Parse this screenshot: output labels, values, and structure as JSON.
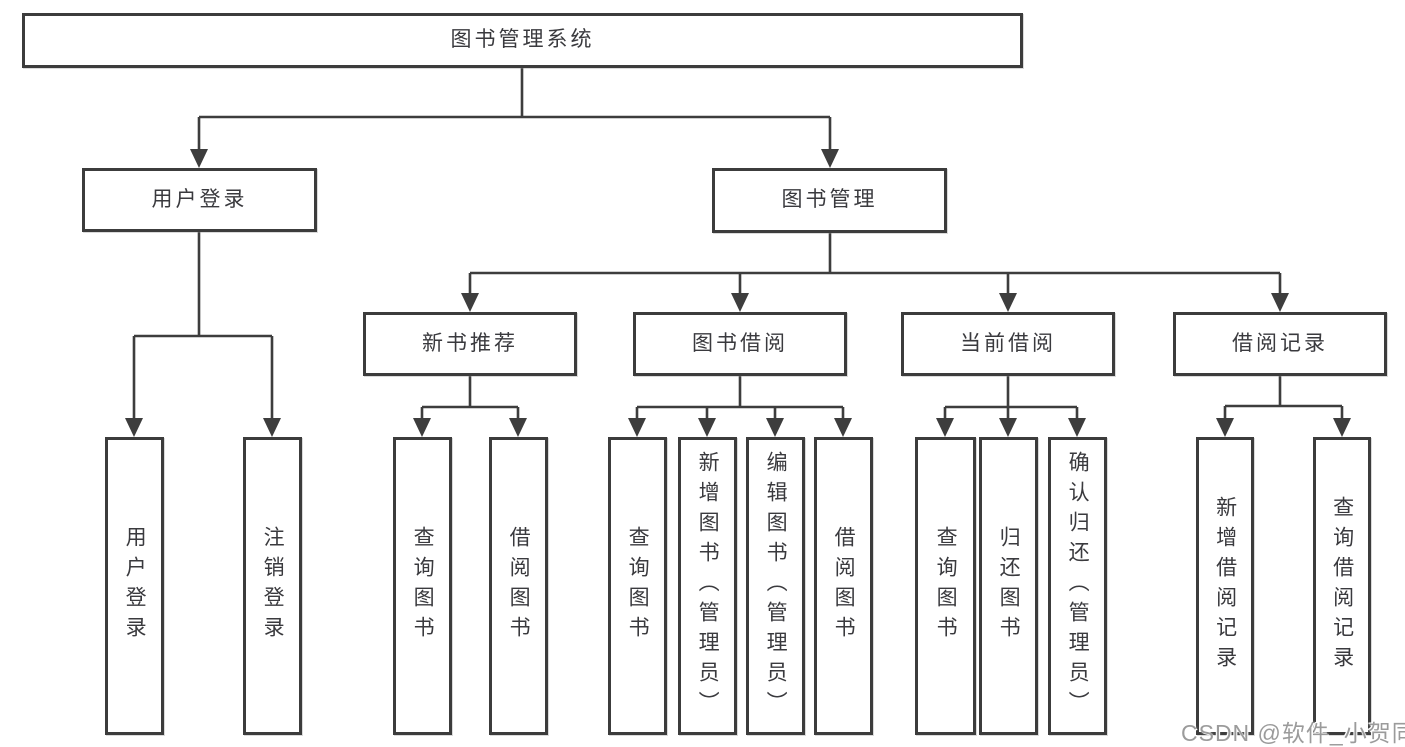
{
  "diagram": {
    "root": {
      "label": "图书管理系统"
    },
    "level2": [
      {
        "label": "用户登录"
      },
      {
        "label": "图书管理"
      }
    ],
    "level3": [
      {
        "label": "新书推荐"
      },
      {
        "label": "图书借阅"
      },
      {
        "label": "当前借阅"
      },
      {
        "label": "借阅记录"
      }
    ],
    "leaves": {
      "user_login": [
        "用户登录",
        "注销登录"
      ],
      "new_book_recommend": [
        "查询图书",
        "借阅图书"
      ],
      "book_borrowing": [
        "查询图书",
        "新增图书（管理员）",
        "编辑图书（管理员）",
        "借阅图书"
      ],
      "current_borrowing": [
        "查询图书",
        "归还图书",
        "确认归还（管理员）"
      ],
      "borrowing_records": [
        "新增借阅记录",
        "查询借阅记录"
      ]
    },
    "watermark": "CSDN @软件_小贺同学",
    "colors": {
      "line": "#3d3d3d",
      "text": "#3a3a3e",
      "box_background": "#ffffff",
      "watermark": "#969696",
      "background": "#ffffff"
    }
  }
}
